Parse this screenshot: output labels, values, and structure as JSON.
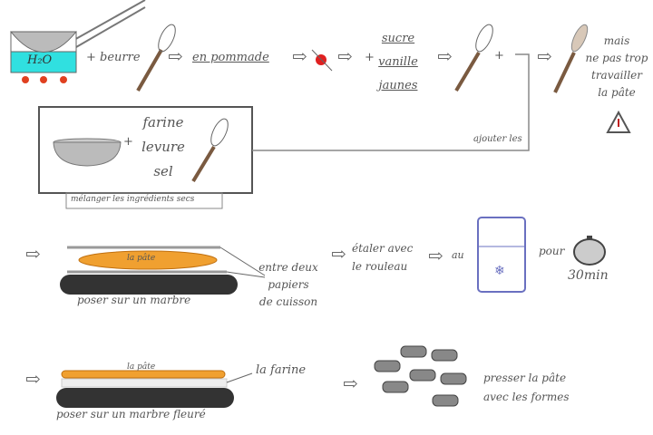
{
  "row1": {
    "water_label": "H₂O",
    "plus_beurre": "+ beurre",
    "en_pommade": "en pommade",
    "plus": "+",
    "sucre": "sucre",
    "vanille": "vanille",
    "jaunes": "jaunes",
    "plus2": "+",
    "warning": [
      "mais",
      "ne pas trop",
      "travailler",
      "la pâte"
    ]
  },
  "dry_box": {
    "plus": "+",
    "ingredients": [
      "farine",
      "levure",
      "sel"
    ],
    "caption": "mélanger les ingrédients secs",
    "ajouter": "ajouter les"
  },
  "row2": {
    "pate": "la pâte",
    "marbre": "poser sur un marbre",
    "papiers": [
      "entre deux",
      "papiers",
      "de cuisson"
    ],
    "etaler": [
      "étaler avec",
      "le rouleau"
    ],
    "au": "au",
    "pour": "pour",
    "duree": "30min"
  },
  "row3": {
    "pate": "la pâte",
    "farine": "la farine",
    "marbre": "poser sur un marbre fleuré",
    "presser": [
      "presser la pâte",
      "avec les formes"
    ]
  },
  "arrow": "⇨",
  "colors": {
    "dough": "#f0a030",
    "water": "#30e0e0",
    "marble": "#444",
    "fridge": "#6a70c0"
  }
}
